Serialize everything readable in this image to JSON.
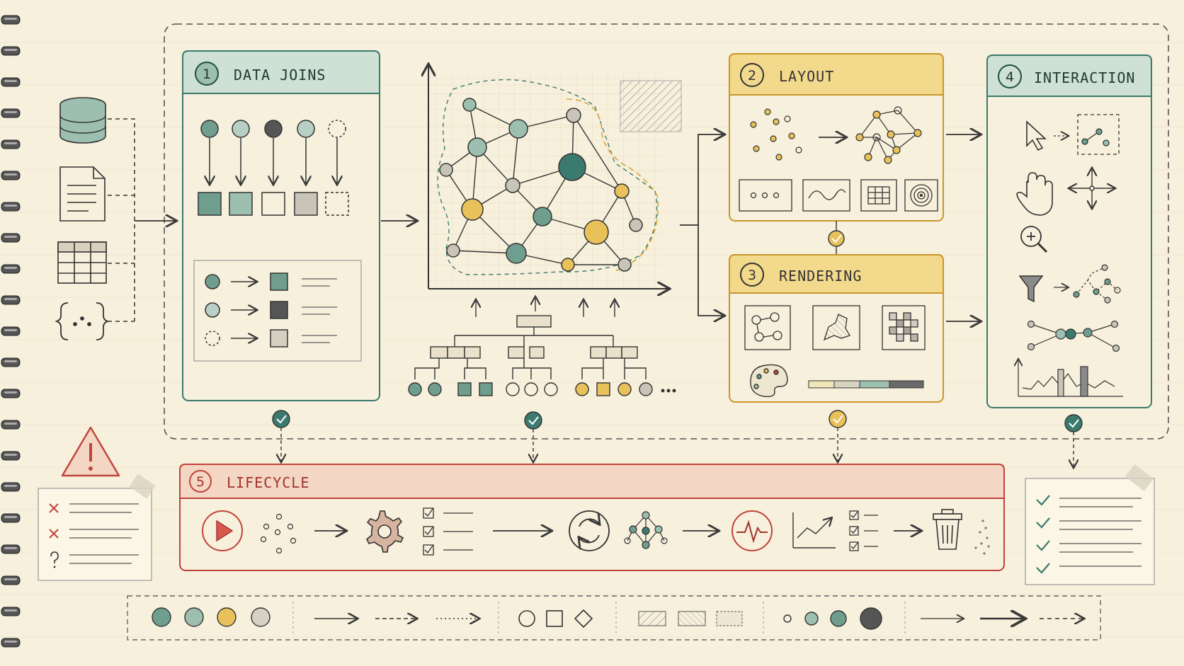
{
  "panels": {
    "data_joins": {
      "number": "1",
      "title": "Data Joins"
    },
    "layout": {
      "number": "2",
      "title": "Layout"
    },
    "rendering": {
      "number": "3",
      "title": "Rendering"
    },
    "interaction": {
      "number": "4",
      "title": "Interaction"
    },
    "lifecycle": {
      "number": "5",
      "title": "Lifecycle"
    }
  },
  "icons": {
    "sources": [
      "database-icon",
      "document-icon",
      "table-icon",
      "json-braces-icon"
    ],
    "interaction": [
      "pointer-cursor-icon",
      "hand-pan-icon",
      "zoom-in-icon",
      "filter-funnel-icon"
    ],
    "lifecycle": [
      "play-icon",
      "gear-icon",
      "refresh-cycle-icon",
      "heartbeat-monitor-icon",
      "trash-icon"
    ],
    "status": [
      "warning-triangle-icon",
      "checkmark-icon"
    ]
  },
  "legend": {
    "node_sizes": [
      "small-node",
      "medium-node",
      "large-node"
    ],
    "shapes": [
      "circle",
      "square",
      "diamond"
    ]
  },
  "colors": {
    "teal_dark": "#3b7a6e",
    "teal_light": "#9cbfb0",
    "yellow": "#e8c15a",
    "red": "#c0443c",
    "paper": "#f7f0dc",
    "ink": "#3a3a3a"
  }
}
